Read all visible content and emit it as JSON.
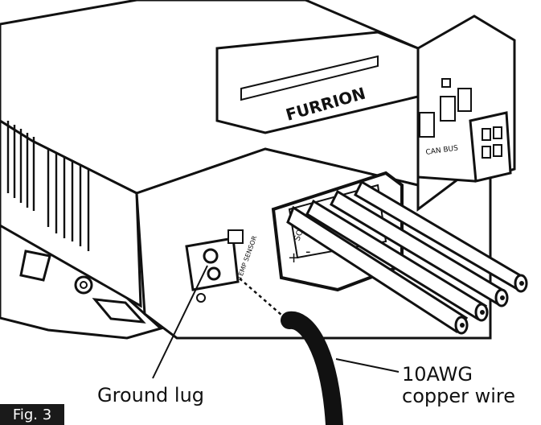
{
  "figure_label": "Fig. 3",
  "callouts": {
    "ground_lug": "Ground lug",
    "copper_wire_line1": "10AWG",
    "copper_wire_line2": "copper wire"
  },
  "device": {
    "brand": "FURRION",
    "terminal_label": "SOL",
    "plus_sign": "+",
    "minus_sign": "-",
    "temp_sensor_label": "TEMP SENSOR",
    "can_bus_label": "CAN BUS"
  },
  "colors": {
    "line": "#111111",
    "background": "#ffffff",
    "badge": "#1a1a1a"
  }
}
